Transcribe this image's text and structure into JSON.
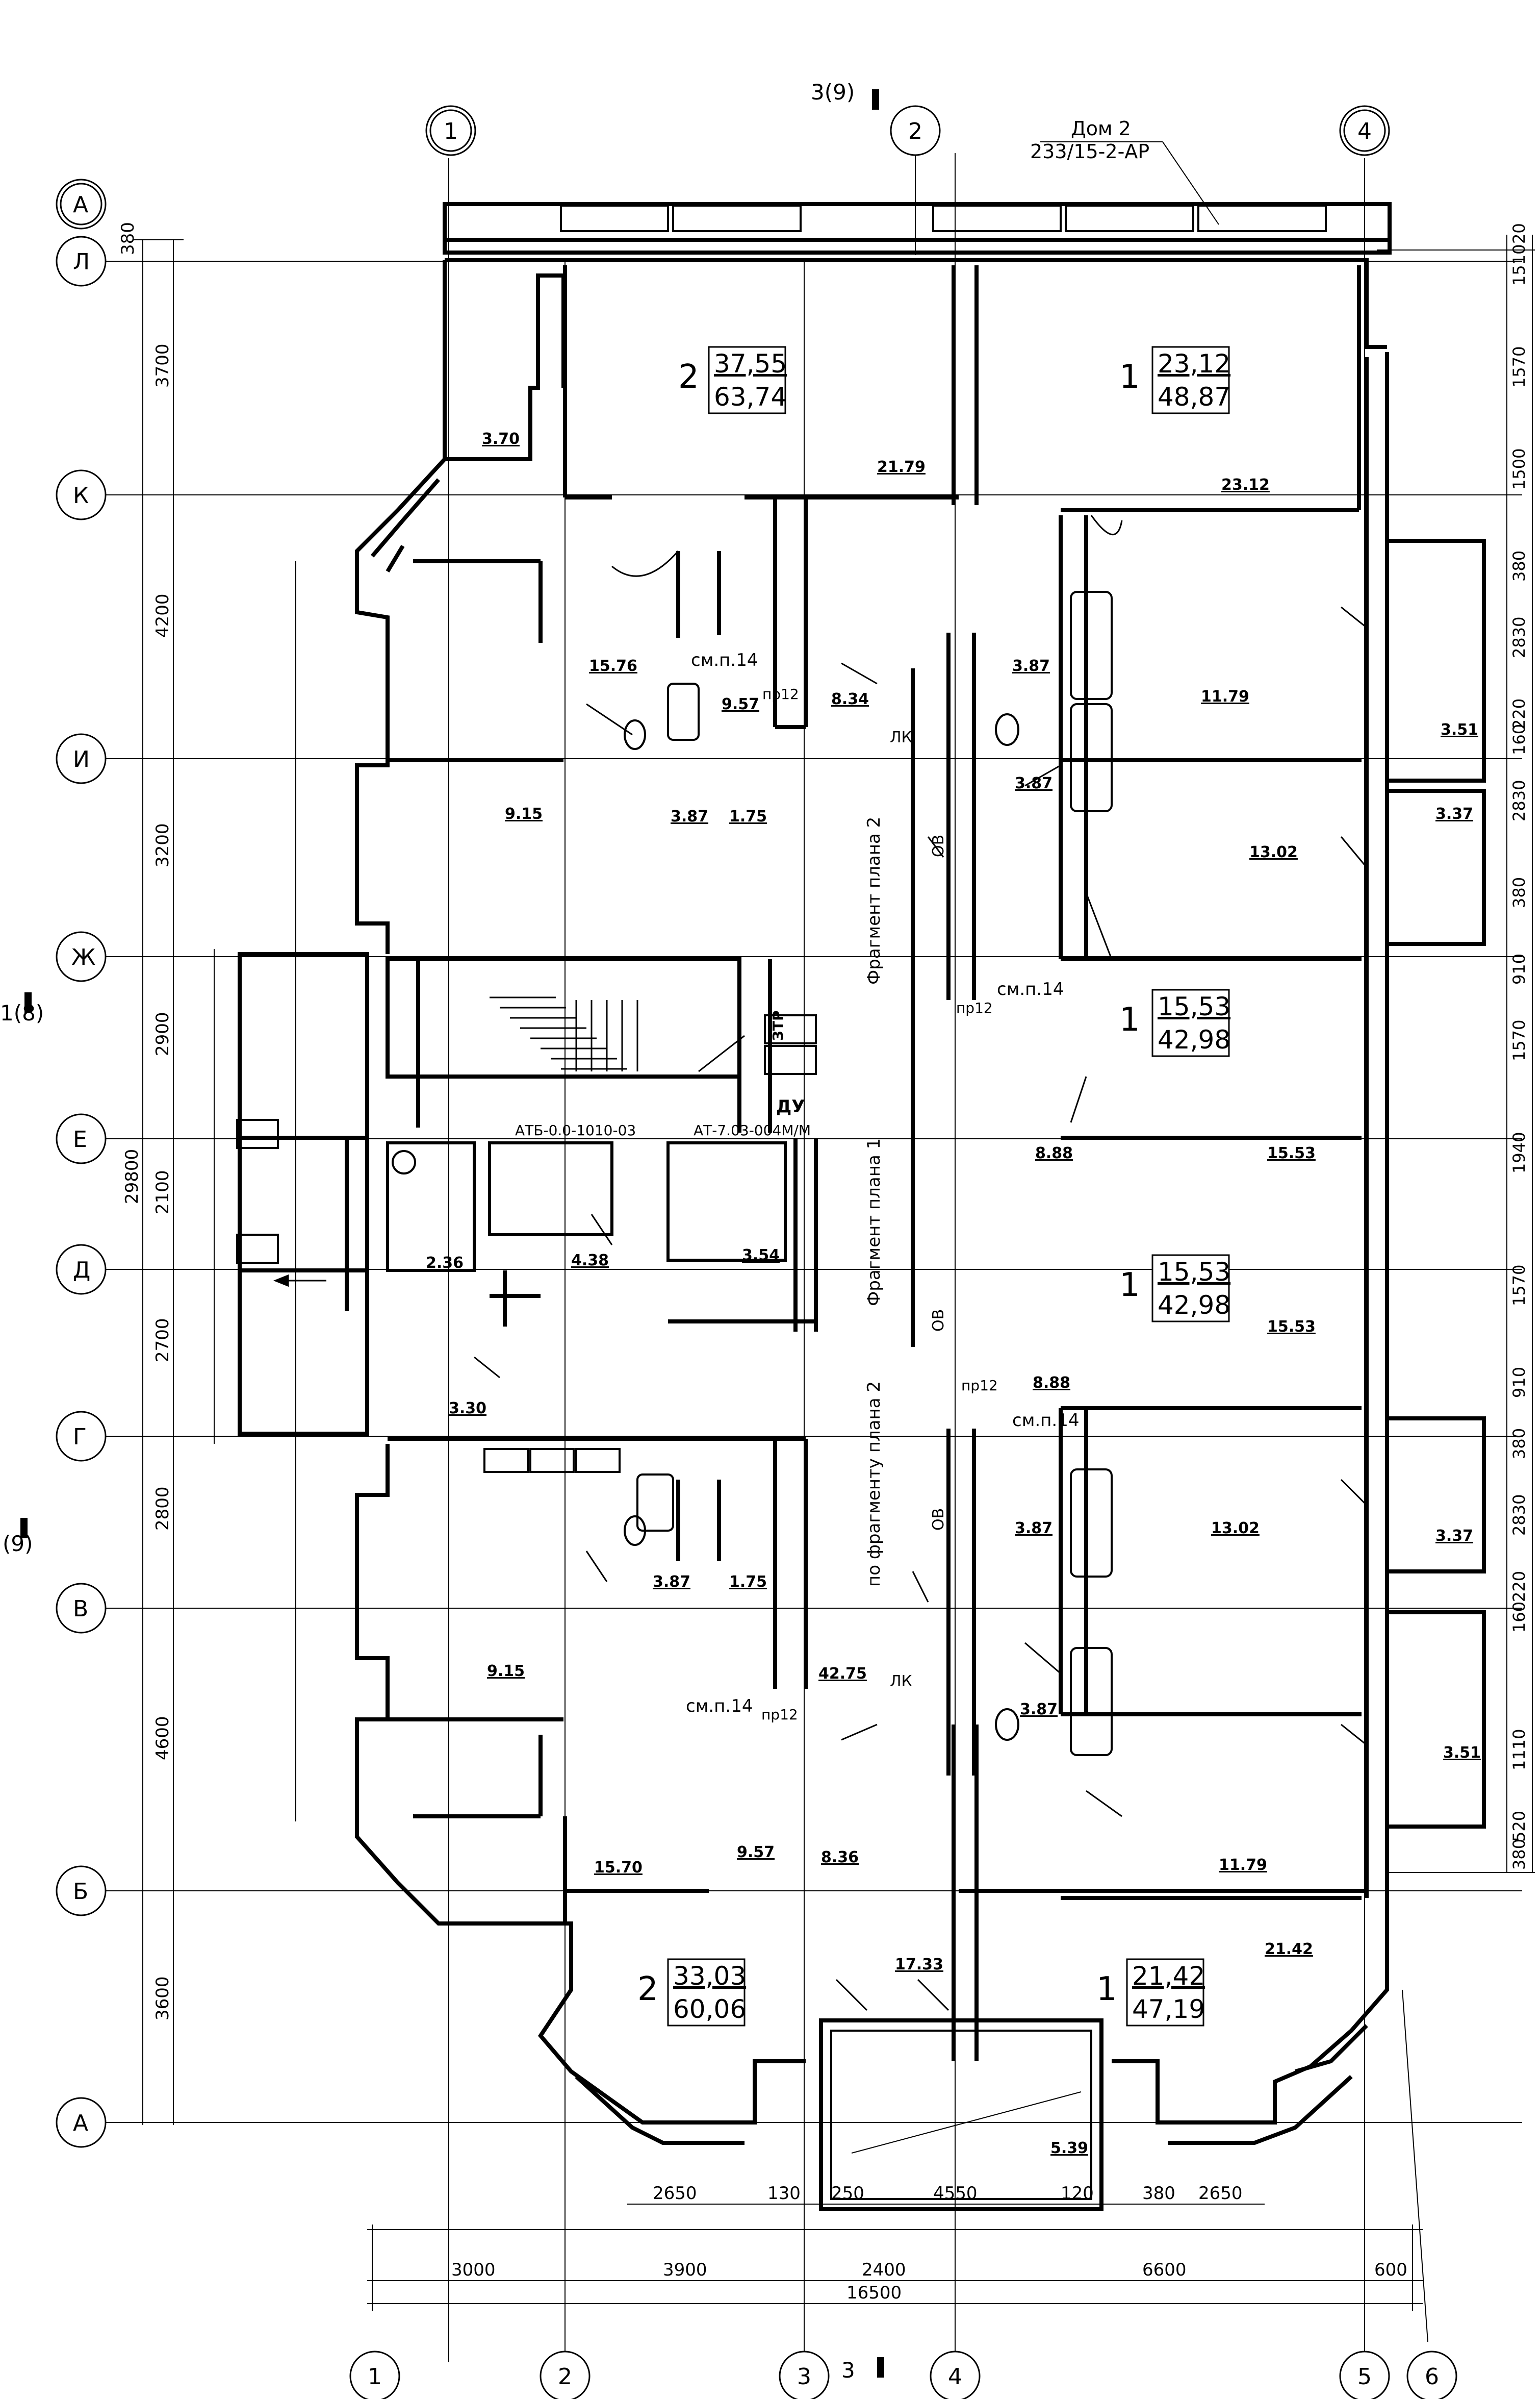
{
  "title_block": {
    "house": "Дом 2",
    "code": "233/15-2-АР"
  },
  "section_marks": {
    "top": "3(9)",
    "bottom": "3",
    "left_upper": "1(8)",
    "left_lower": "(9)"
  },
  "axes_vertical": [
    "1",
    "2",
    "3",
    "4",
    "5",
    "6"
  ],
  "axes_horizontal": [
    "Л",
    "К",
    "И",
    "Ж",
    "Е",
    "Д",
    "Г",
    "В",
    "Б",
    "А"
  ],
  "top_axes": [
    "1",
    "2",
    "4"
  ],
  "top_corner_axis": "А",
  "left_dims": [
    "3700",
    "4200",
    "3200",
    "2900",
    "2100",
    "2700",
    "2800",
    "4600",
    "3600"
  ],
  "left_dim_overall": "29800",
  "left_dim_top": "380",
  "bottom_dims": [
    "3000",
    "3900",
    "2400",
    "6600",
    "600"
  ],
  "bottom_overall": "16500",
  "bottom_detail_dims": [
    "2650",
    "130",
    "250",
    "4550",
    "120",
    "380",
    "2650"
  ],
  "right_dims": [
    "20",
    "1510",
    "1570",
    "1500",
    "380",
    "2830",
    "220",
    "160",
    "2830",
    "380",
    "910",
    "1570",
    "1940",
    "1570",
    "910",
    "380",
    "2830",
    "220",
    "160",
    "1110",
    "520",
    "380"
  ],
  "apartments": [
    {
      "num": "2",
      "area": "37,55",
      "total": "63,74"
    },
    {
      "num": "1",
      "area": "23,12",
      "total": "48,87"
    },
    {
      "num": "1",
      "area": "15,53",
      "total": "42,98"
    },
    {
      "num": "1",
      "area": "15,53",
      "total": "42,98"
    },
    {
      "num": "1",
      "area": "21,42",
      "total": "47,19"
    },
    {
      "num": "2",
      "area": "33,03",
      "total": "60,06"
    }
  ],
  "room_areas": [
    "3.70",
    "21.79",
    "23.12",
    "15.76",
    "9.57",
    "8.34",
    "11.79",
    "3.87",
    "3.51",
    "9.15",
    "3.87",
    "1.75",
    "3.87",
    "3.37",
    "13.02",
    "8.88",
    "15.53",
    "4.38",
    "3.54",
    "2.36",
    "3.30",
    "15.53",
    "8.88",
    "3.87",
    "13.02",
    "3.37",
    "9.15",
    "3.87",
    "1.75",
    "42.75",
    "3.87",
    "3.51",
    "15.70",
    "9.57",
    "8.36",
    "11.79",
    "17.33",
    "21.42",
    "5.39"
  ],
  "notes": {
    "fragment_plan": "Фрагмент плана 2",
    "fragment_plan2": "по фрагменту плана 2",
    "fragment_plan1": "Фрагмент плана 1",
    "see_note": "см.п.14",
    "pr": "пр12",
    "atb": "АТБ-0.0-1010-03",
    "at": "АТ-7.03-004М/М",
    "du": "ДУ",
    "ztr": "ЗТР",
    "lk": "ЛК",
    "ov": "ОВ"
  }
}
